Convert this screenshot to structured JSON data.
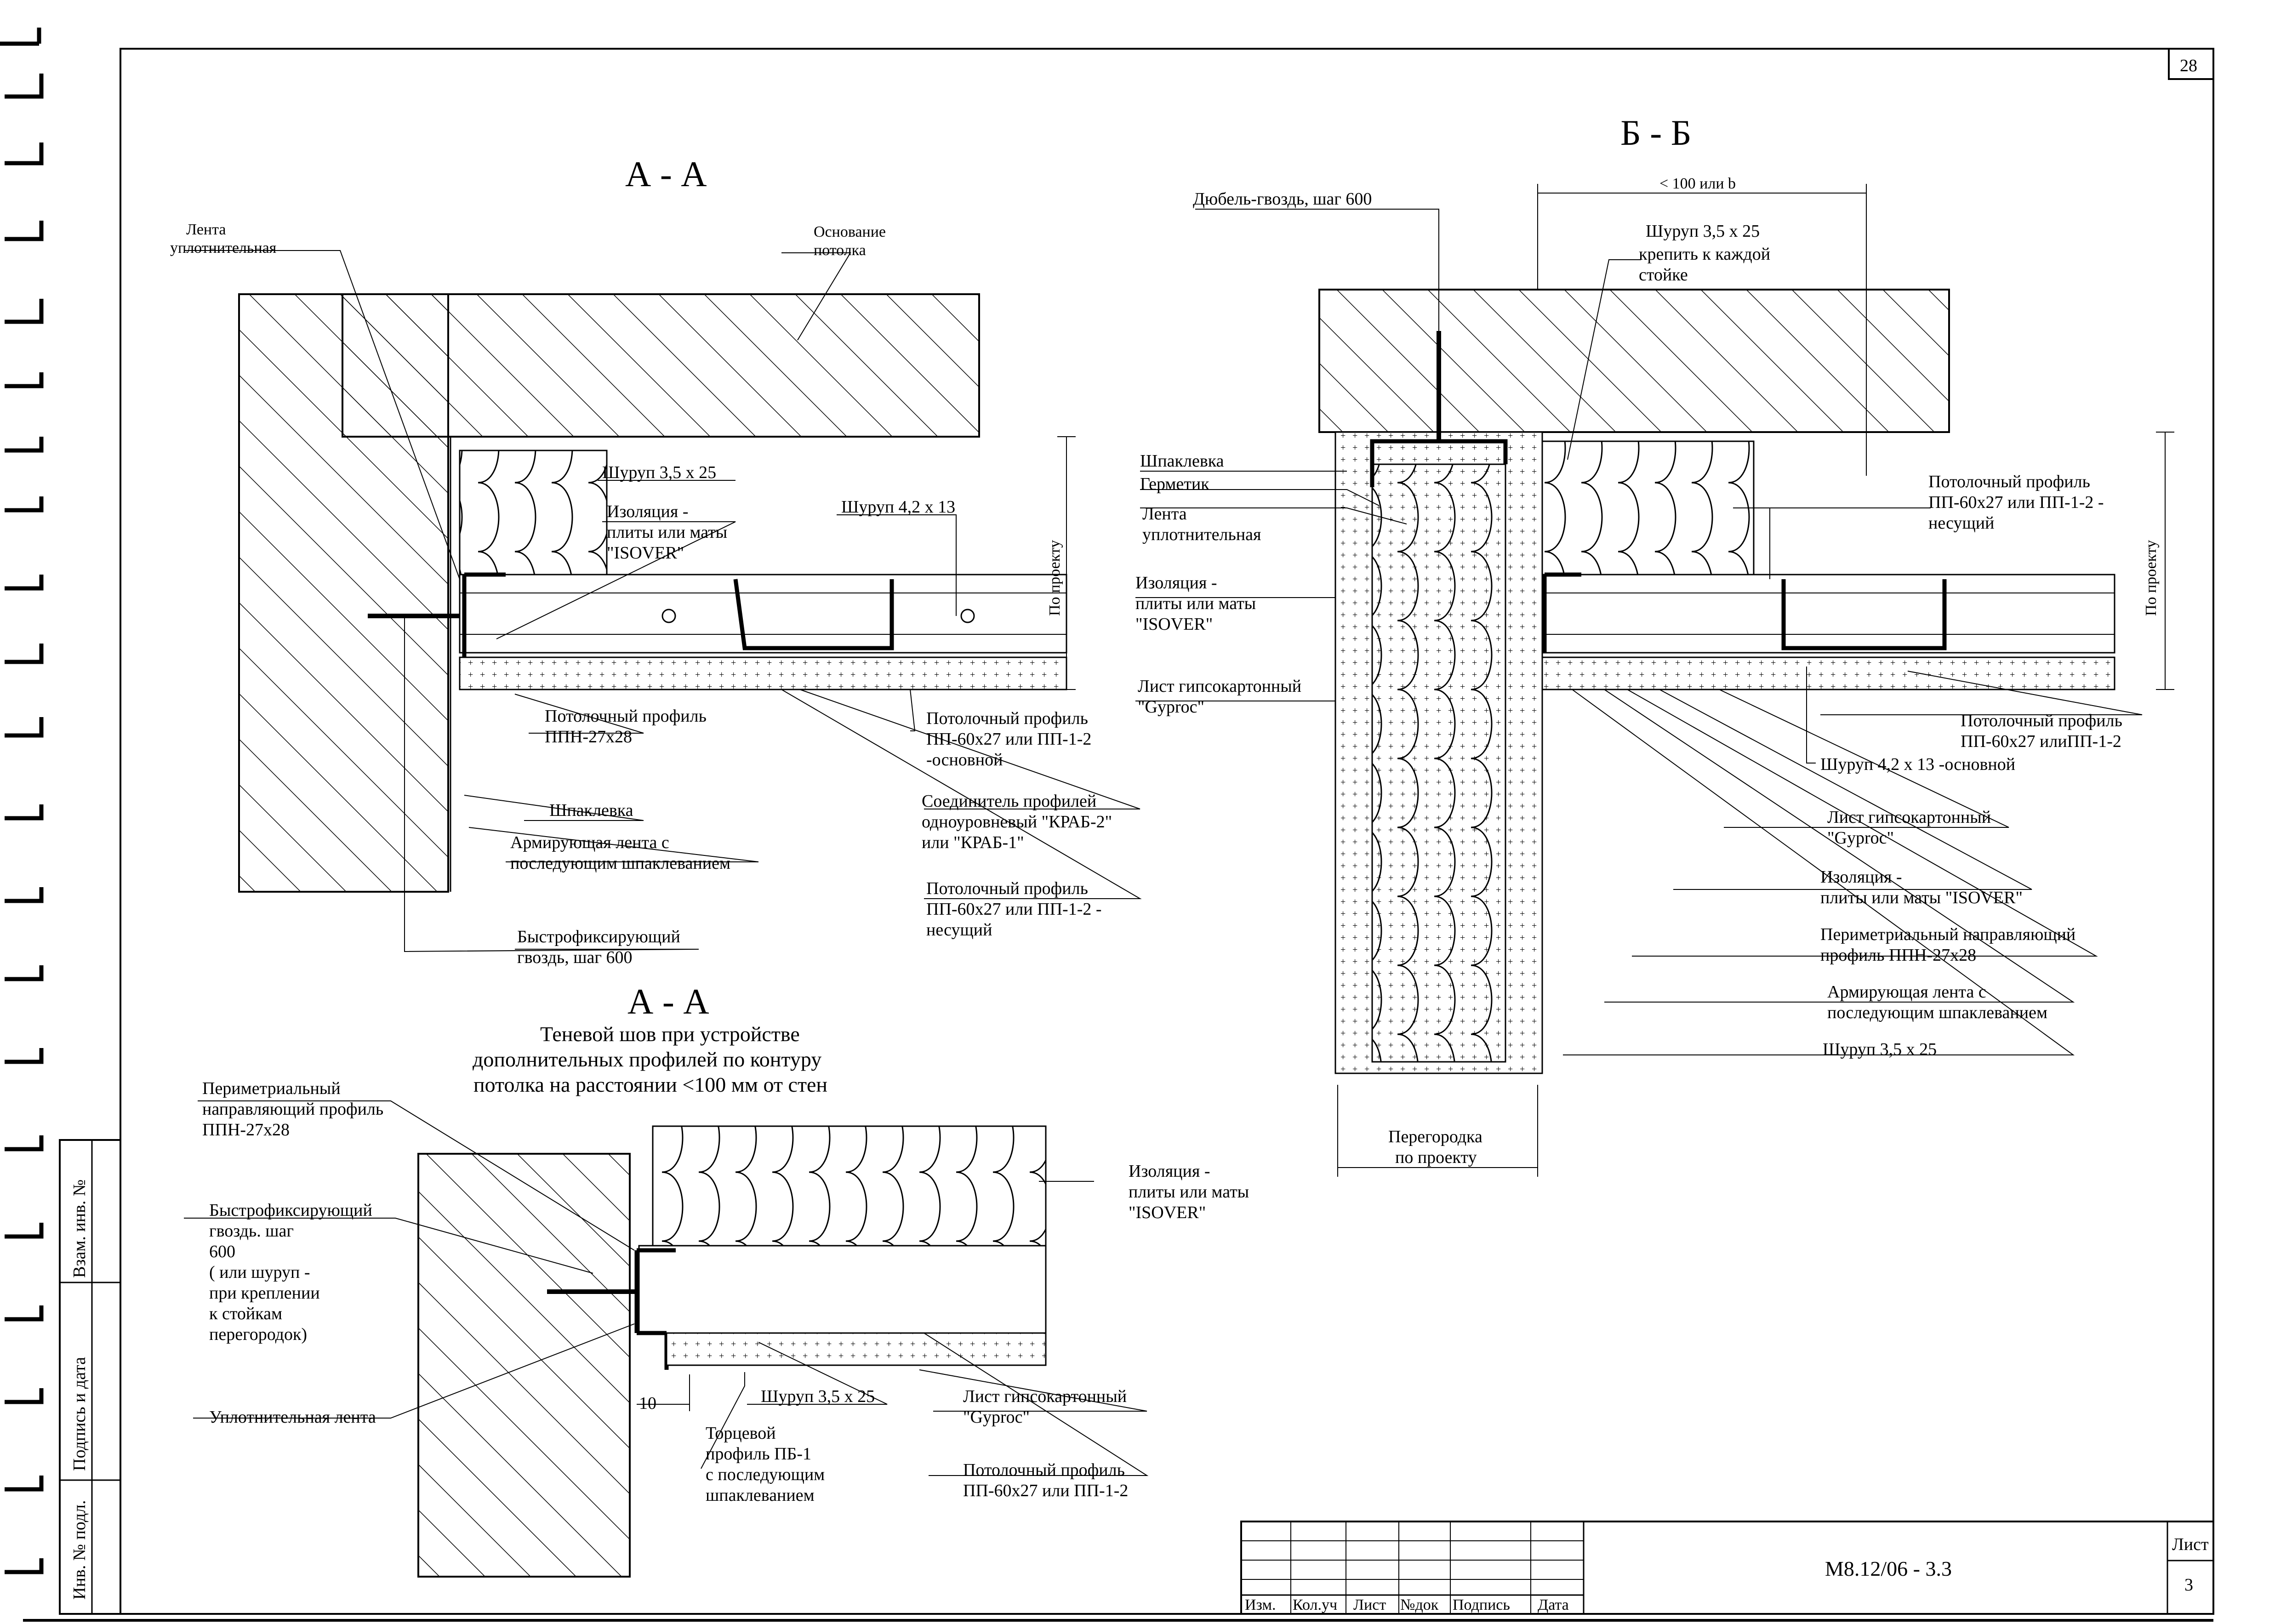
{
  "sheet": {
    "page_number": "28",
    "code": "М8.12/06 - 3.3",
    "sheet_label": "Лист",
    "sheet_number": "3"
  },
  "stamp": {
    "cols": [
      "Изм.",
      "Кол.уч",
      "Лист",
      "№док",
      "Подпись",
      "Дата"
    ]
  },
  "side_labels": [
    "Взам. инв. №",
    "Подпись и дата",
    "Инв. № подл."
  ],
  "section_aa_1": {
    "title": "А - А",
    "labels": {
      "tape": [
        "Лента",
        "уплотнительная"
      ],
      "base": [
        "Основание",
        "потолка"
      ],
      "screw1": "Шуруп 3,5 х 25",
      "insulation": [
        "Изоляция -",
        "плиты или маты",
        "\"ISOVER\""
      ],
      "screw2": "Шуруп 4,2 х 13",
      "by_project": "По проекту",
      "ppn": [
        "Потолочный профиль",
        "ППН-27х28"
      ],
      "putty": "Шпаклевка",
      "reinf": [
        "Армирующая лента с",
        "последующим шпаклеванием"
      ],
      "nail": [
        "Быстрофиксирующий",
        "гвоздь, шаг 600"
      ],
      "pp_main": [
        "Потолочный профиль",
        "ПП-60х27 или ПП-1-2",
        "-основной"
      ],
      "connector": [
        "Соединитель профилей",
        "одноуровневый \"КРАБ-2\"",
        "или \"КРАБ-1\""
      ],
      "pp_bearing": [
        "Потолочный профиль",
        "ПП-60х27 или ПП-1-2 -",
        "несущий"
      ]
    }
  },
  "section_aa_2": {
    "title": "А - А",
    "subtitle": [
      "Теневой шов при  устройстве",
      "дополнительных профилей по контуру",
      "потолка на расстоянии  <100 мм от стен"
    ],
    "labels": {
      "perim": [
        "Периметриальный",
        "направляющий профиль",
        "ППН-27х28"
      ],
      "nail": [
        "Быстрофиксирующий",
        "гвоздь. шаг",
        "600",
        "( или шуруп  -",
        "при креплении",
        "к стойкам",
        "перегородок)"
      ],
      "tape": "Уплотнительная лента",
      "dim10": "10",
      "end_profile": [
        "Торцевой",
        "профиль ПБ-1",
        "с последующим",
        "шпаклеванием"
      ],
      "screw": "Шуруп 3,5 х 25",
      "gkl": [
        "Лист гипсокартонный",
        "\"Gyproc\""
      ],
      "pp": [
        "Потолочный профиль",
        "ПП-60х27 или ПП-1-2"
      ],
      "insulation": [
        "Изоляция -",
        "плиты или маты",
        "\"ISOVER\""
      ]
    }
  },
  "section_bb": {
    "title": "Б - Б",
    "labels": {
      "dowel": "Дюбель-гвоздь, шаг 600",
      "dim": "< 100 или b",
      "screw_top": [
        "Шуруп 3,5 х 25",
        "крепить к каждой",
        "стойке"
      ],
      "putty": "Шпаклевка",
      "sealant": "Герметик",
      "tape": [
        "Лента",
        "уплотнительная"
      ],
      "insulation_l": [
        "Изоляция -",
        "плиты или маты",
        "\"ISOVER\""
      ],
      "gkl_l": [
        "Лист гипсокартонный",
        "\"Gyproc\""
      ],
      "partition": [
        "Перегородка",
        "по проекту"
      ],
      "pp_bearing": [
        "Потолочный профиль",
        "ПП-60х27 или ПП-1-2 -",
        "несущий"
      ],
      "by_project": "По проекту",
      "pp_main": [
        "Потолочный профиль",
        "ПП-60х27 илиПП-1-2"
      ],
      "screw_main": "Шуруп 4,2 х 13 -основной",
      "gkl_r": [
        "Лист гипсокартонный",
        "\"Gyproc\""
      ],
      "insulation_r": [
        "Изоляция -",
        "плиты или маты  \"ISOVER\""
      ],
      "perim": [
        "Периметриальный направляющий",
        "профиль ППН-27х28"
      ],
      "reinf": [
        "Армирующая лента с",
        "последующим шпаклеванием"
      ],
      "screw_bot": "Шуруп 3,5 х 25"
    }
  }
}
